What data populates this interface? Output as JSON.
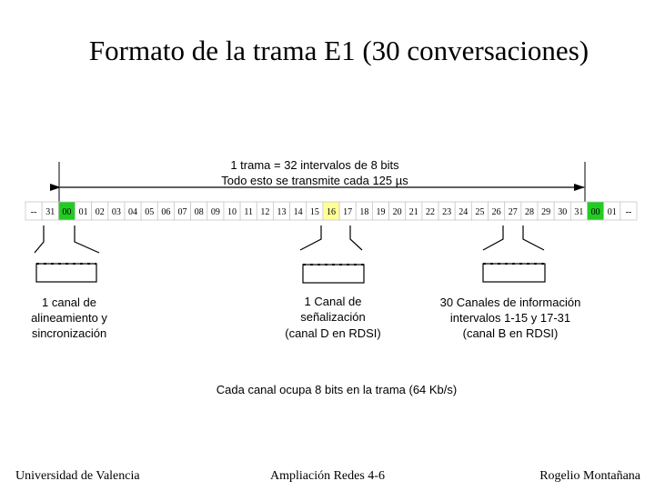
{
  "title": "Formato de la trama E1 (30 conversaciones)",
  "frame_label_line1": "1 trama = 32 intervalos de 8 bits",
  "frame_label_line2": "Todo esto se transmite cada 125 µs",
  "cells": [
    "--",
    "31",
    "00",
    "01",
    "02",
    "03",
    "04",
    "05",
    "06",
    "07",
    "08",
    "09",
    "10",
    "11",
    "12",
    "13",
    "14",
    "15",
    "16",
    "17",
    "18",
    "19",
    "20",
    "21",
    "22",
    "23",
    "24",
    "25",
    "26",
    "27",
    "28",
    "29",
    "30",
    "31",
    "00",
    "01",
    "--"
  ],
  "highlight": {
    "green_color": "#22cc22",
    "yellow_color": "#ffff99"
  },
  "cell_fills": {
    "2": "green",
    "18": "yellow",
    "34": "green"
  },
  "callout_alignment": {
    "line1": "1 canal de",
    "line2": "alineamiento y",
    "line3": "sincronización"
  },
  "callout_signaling": {
    "line1": "1 Canal de",
    "line2": "señalización",
    "line3": "(canal D en RDSI)"
  },
  "callout_info": {
    "line1": "30 Canales de información",
    "line2": "intervalos 1-15 y 17-31",
    "line3": "(canal B en RDSI)"
  },
  "bits_note": "Cada canal ocupa 8 bits en la trama (64 Kb/s)",
  "footer": {
    "left": "Universidad de Valencia",
    "center": "Ampliación Redes 4-6",
    "right": "Rogelio Montañana"
  }
}
